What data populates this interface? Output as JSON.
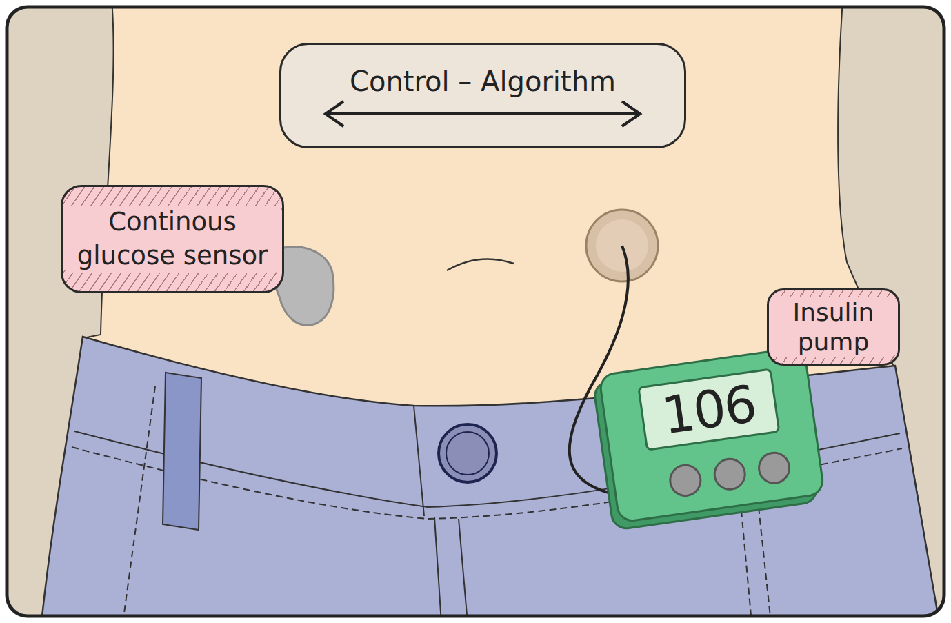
{
  "diagram": {
    "nodes": [
      {
        "text": [
          "Control – Algorithm"
        ]
      },
      {
        "text": [
          "Continous glucose sensor"
        ]
      },
      {
        "text": [
          "Insulin pump"
        ]
      },
      {
        "text": [
          "106"
        ]
      }
    ]
  }
}
